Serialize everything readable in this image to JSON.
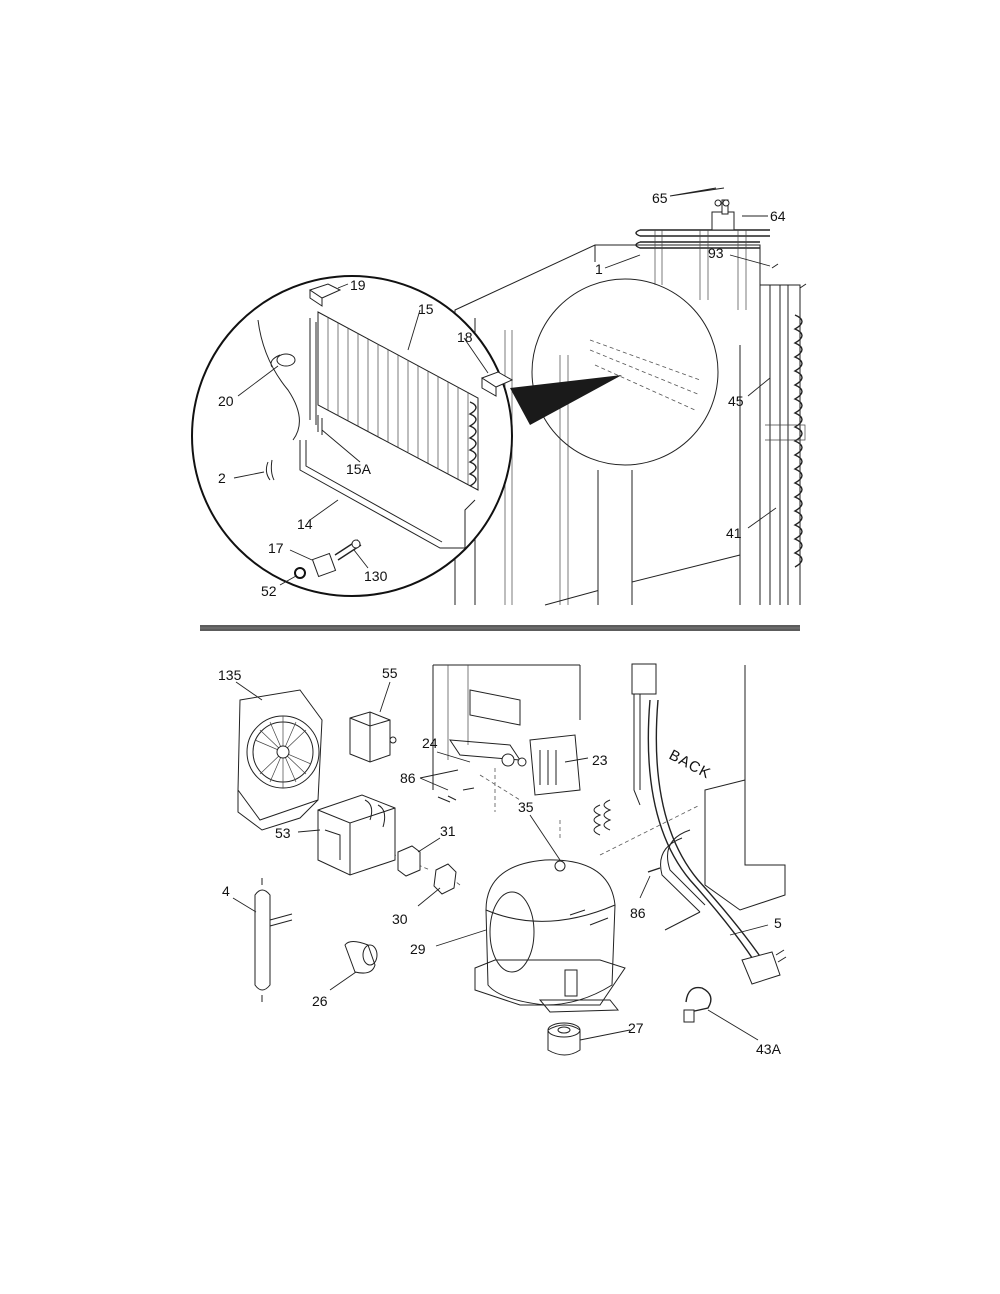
{
  "diagram": {
    "callouts": {
      "c65": "65",
      "c64": "64",
      "c93": "93",
      "c1": "1",
      "c19": "19",
      "c15": "15",
      "c18": "18",
      "c20": "20",
      "c45": "45",
      "c15a": "15A",
      "c2": "2",
      "c41": "41",
      "c14": "14",
      "c17": "17",
      "c130": "130",
      "c52": "52",
      "c135": "135",
      "c55": "55",
      "c24": "24",
      "c23": "23",
      "c86a": "86",
      "c35": "35",
      "c53": "53",
      "c31": "31",
      "c4": "4",
      "c30": "30",
      "c86b": "86",
      "c5": "5",
      "c29": "29",
      "c26": "26",
      "c27": "27",
      "c43a": "43A"
    },
    "back_label": "BACK"
  }
}
